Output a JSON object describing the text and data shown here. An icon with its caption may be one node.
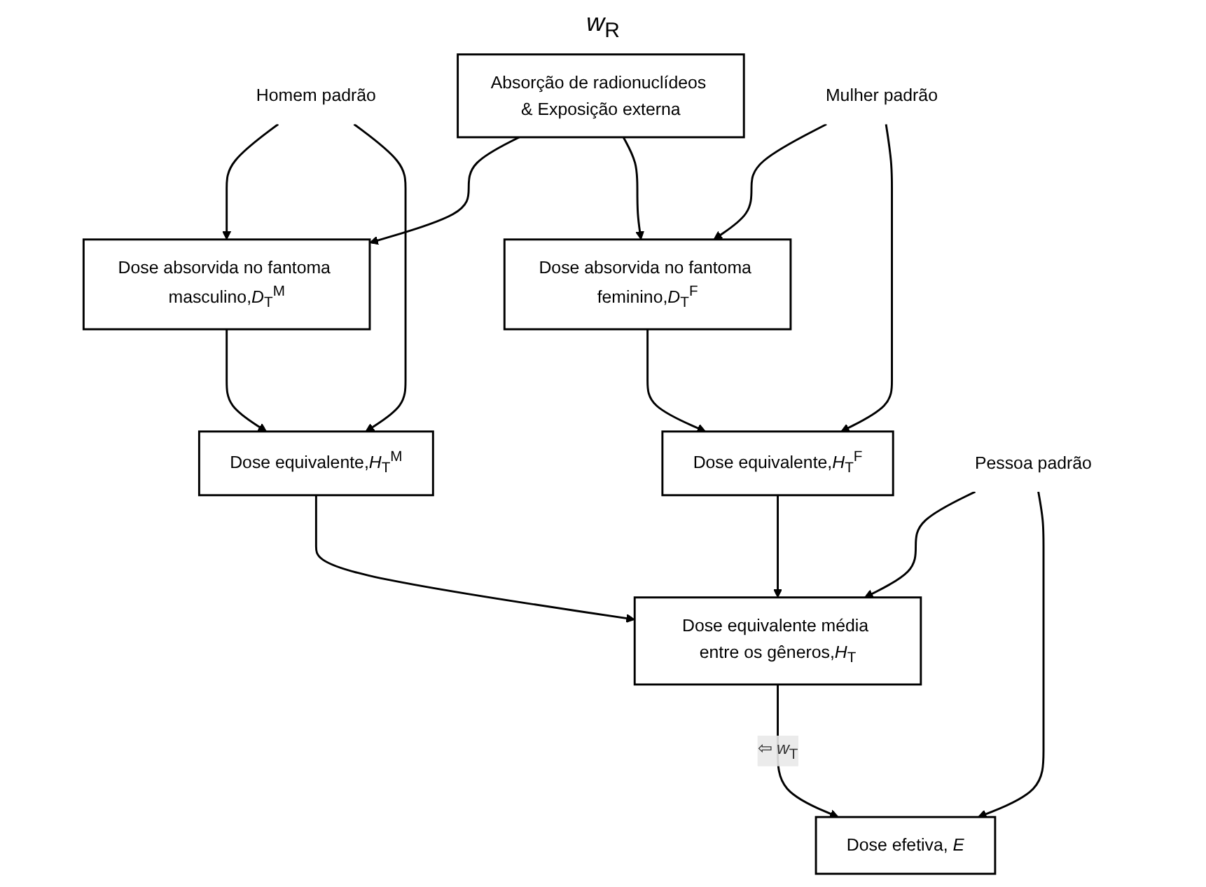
{
  "diagram": {
    "nodes": [
      {
        "text": [
          "Absorção de radionuclídeos & Exposição externa"
        ]
      },
      {
        "text": [
          "Dose absorvida no fantoma masculino,*D*$_{T}$$^{M}$"
        ]
      },
      {
        "text": [
          "Dose absorvida no fantoma feminino,*D*$_{T}$$^{F}$"
        ]
      },
      {
        "text": [
          "Homem padrão"
        ]
      },
      {
        "text": [
          "Dose equivalente,*H*$_{T}$$^{M}$"
        ]
      },
      {
        "text": [
          "Dose equivalente,*H*$_{T}$$^{F}$"
        ]
      },
      {
        "text": [
          "Mulher padrão"
        ]
      },
      {
        "text": [
          "Dose equivalente média entre os gêneros,*H*$_{T}$"
        ]
      },
      {
        "text": [
          "Dose efetiva, *E*"
        ]
      },
      {
        "text": [
          "Pessoa padrão"
        ]
      }
    ],
    "edges": [
      {
        "from": 0,
        "to": 1,
        "arrow": "to"
      },
      {
        "from": 0,
        "to": 2,
        "arrow": "to"
      },
      {
        "from": 3,
        "to": 1,
        "arrow": "to"
      },
      {
        "from": 3,
        "to": 4,
        "arrow": "to"
      },
      {
        "from": 6,
        "to": 2,
        "arrow": "to"
      },
      {
        "from": 6,
        "to": 5,
        "arrow": "to"
      },
      {
        "from": 1,
        "to": 4,
        "arrow": "to"
      },
      {
        "from": 2,
        "to": 5,
        "arrow": "to"
      },
      {
        "from": 4,
        "to": 7,
        "arrow": "to"
      },
      {
        "from": 5,
        "to": 7,
        "arrow": "to"
      },
      {
        "from": 7,
        "to": 8,
        "arrow": "to",
        "label": "⇦ *w*$_{T}$"
      },
      {
        "from": 9,
        "to": 7,
        "arrow": "to"
      },
      {
        "from": 9,
        "to": 8,
        "arrow": "to"
      }
    ],
    "labels": [
      "*w*$_{R}$"
    ]
  }
}
